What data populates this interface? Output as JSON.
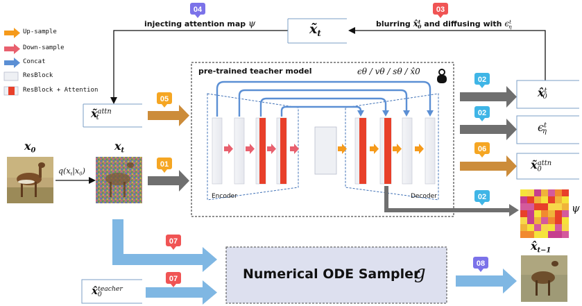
{
  "legend": {
    "items": [
      {
        "label": "Up-sample",
        "swatch": "arrow",
        "color": "#f59a1b"
      },
      {
        "label": "Down-sample",
        "swatch": "arrow",
        "color": "#e8606e"
      },
      {
        "label": "Concat",
        "swatch": "arrow",
        "color": "#5b8fd4"
      },
      {
        "label": "ResBlock",
        "swatch": "box",
        "color": "#eef0f4"
      },
      {
        "label": "ResBlock + Attention",
        "swatch": "boxattn",
        "color": "#e8402a"
      }
    ]
  },
  "badges": {
    "b01": "01",
    "b02a": "02",
    "b02b": "02",
    "b02c": "02",
    "b03": "03",
    "b04": "04",
    "b05": "05",
    "b06": "06",
    "b07a": "07",
    "b07b": "07",
    "b08": "08"
  },
  "labels": {
    "injecting": "injecting attention map",
    "injecting_sym": "ψ",
    "blurring": "blurring",
    "blurring_mid": "and diffusing with",
    "x_tilde_t": "x̃",
    "x_tilde_t_sub": "t",
    "x_tilde_attn": "x̃",
    "x_tilde_attn_sub": "t",
    "x_tilde_attn_sup": "attn",
    "x0": "x",
    "x0_sub": "0",
    "xt": "x",
    "xt_sub": "t",
    "q": "q(x",
    "q_sub": "t",
    "q_mid": "|x",
    "q_sub2": "0",
    "q_end": ")",
    "teacher_title": "pre-trained teacher model",
    "teacher_outputs": "ε",
    "teacher_out_full": "ϵθ / vθ / sθ / x̂0",
    "encoder": "Encoder",
    "decoder": "Decoder",
    "out_x0": "x̂",
    "out_x0_sup": "t",
    "out_x0_sub": "0",
    "out_eps": "ϵ",
    "out_eps_sup": "t",
    "out_eps_sub": "η",
    "out_attn": "x̃",
    "out_attn_sub": "0",
    "out_attn_sup": "attn",
    "psi": "ψ",
    "ode_sampler": "Numerical ODE Sampler",
    "ode_g": "g",
    "x_prev": "x̂",
    "x_prev_sub": "t−1",
    "x0_teacher": "x̂",
    "x0_teacher_sub": "0",
    "x0_teacher_sup": "teacher"
  },
  "colors": {
    "orange": "#f59a1b",
    "pink": "#e8606e",
    "blue": "#5b8fd4",
    "gray_arrow": "#6f6f6f",
    "gold_arrow": "#cc8c3a",
    "lightblue_arrow": "#7fb7e3",
    "red_block": "#e8402a",
    "badge_orange": "#f5a623",
    "badge_cyan": "#3fb5e6",
    "badge_red": "#f05454",
    "badge_purple": "#7b72e9",
    "ode_fill": "#dde0ef"
  }
}
